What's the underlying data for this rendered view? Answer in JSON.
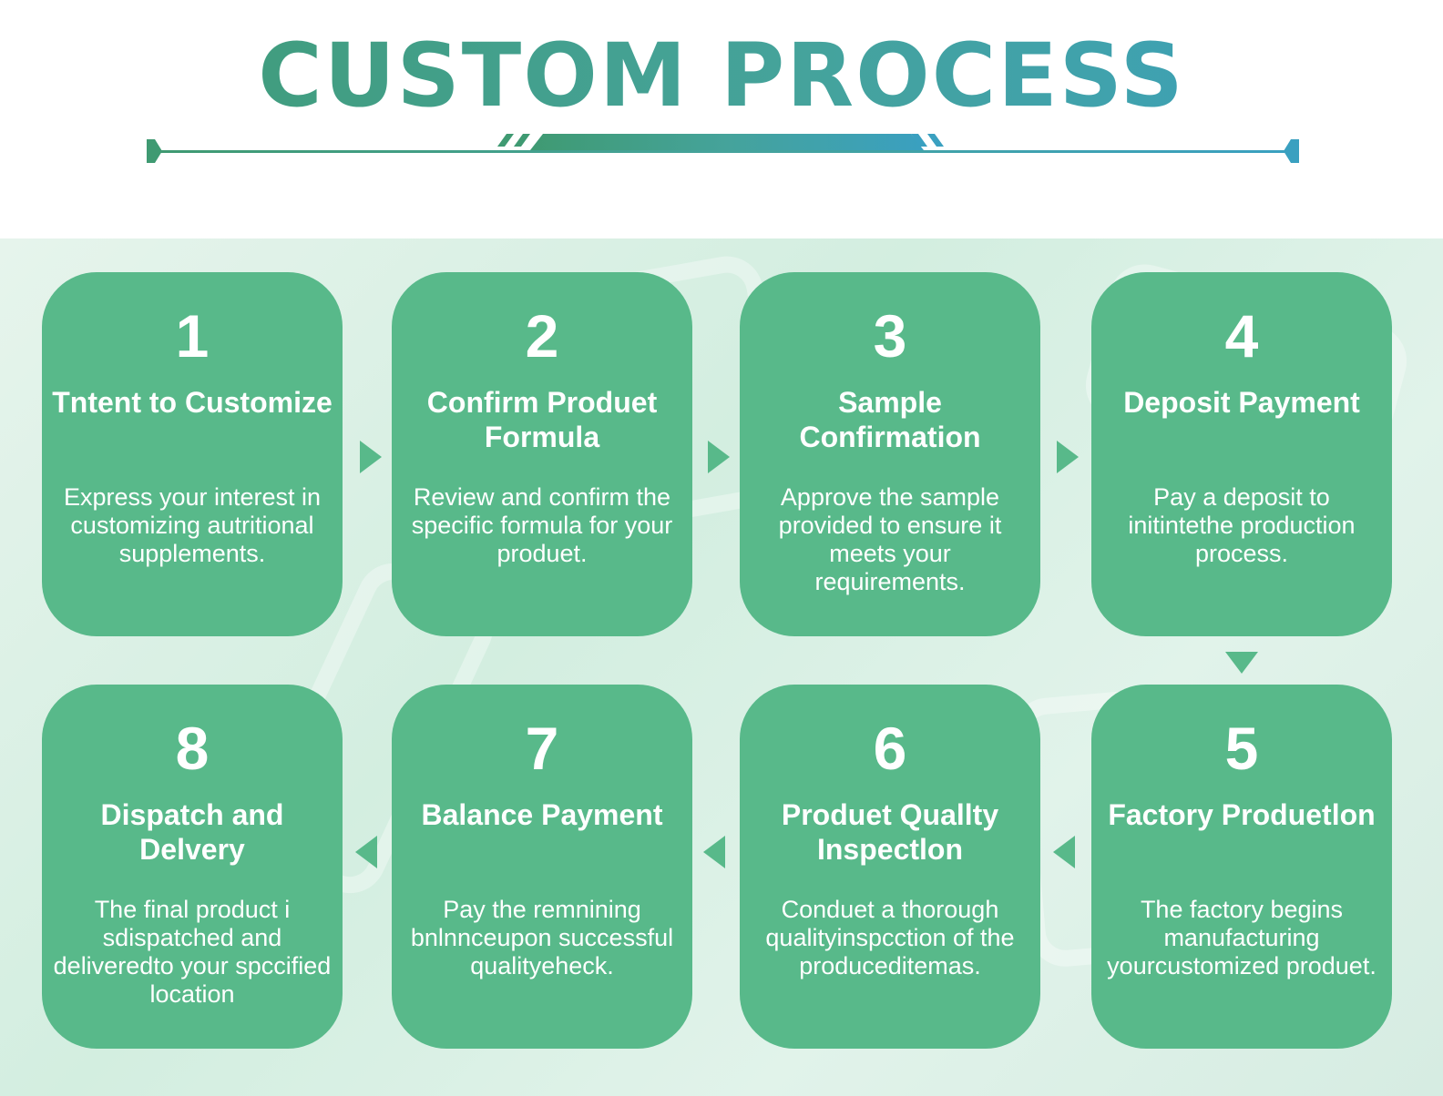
{
  "header": {
    "title": "CUSTOM PROCESS"
  },
  "colors": {
    "card": "#58b98a",
    "title_start": "#3f9a72",
    "title_end": "#3aa0c0",
    "accent": "#45a39b"
  },
  "steps": [
    {
      "number": "1",
      "title": "Tntent to Customize",
      "description": "Express your interest in customizing autritional supplements."
    },
    {
      "number": "2",
      "title": "Confirm Produet Formula",
      "description": "Review and confirm the specific formula for your produet."
    },
    {
      "number": "3",
      "title": "Sample Confirmation",
      "description": "Approve the sample provided to ensure it meets your requirements."
    },
    {
      "number": "4",
      "title": "Deposit Payment",
      "description": "Pay a deposit to initintethe production process."
    },
    {
      "number": "5",
      "title": "Factory Produetlon",
      "description": "The factory begins manufacturing yourcustomized produet."
    },
    {
      "number": "6",
      "title": "Produet Quallty Inspectlon",
      "description": "Conduet a thorough qualityinspcction of the produceditemas."
    },
    {
      "number": "7",
      "title": "Balance Payment",
      "description": "Pay the remnining bnlnnceupon successful qualityeheck."
    },
    {
      "number": "8",
      "title": "Dispatch and Delvery",
      "description": "The final product i sdispatched and deliveredto your spccified location"
    }
  ]
}
